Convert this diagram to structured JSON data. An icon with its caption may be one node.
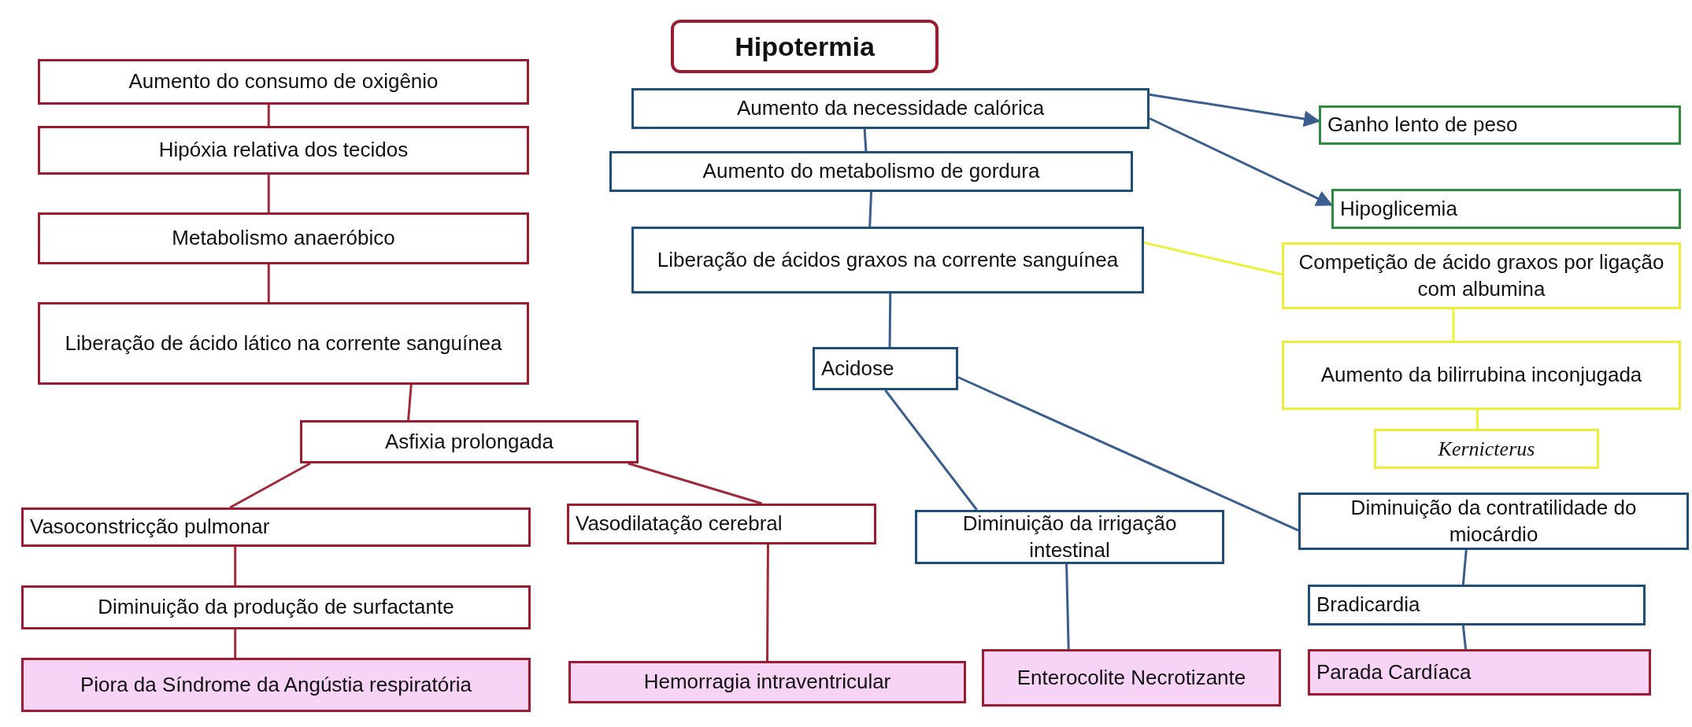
{
  "diagram": {
    "nodes": [
      {
        "text": [
          "Hipotermia"
        ]
      },
      {
        "text": [
          "Aumento do consumo de oxigênio"
        ]
      },
      {
        "text": [
          "Hipóxia relativa dos tecidos"
        ]
      },
      {
        "text": [
          "Metabolismo anaeróbico"
        ]
      },
      {
        "text": [
          "Liberação de ácido lático na corrente sanguínea"
        ]
      },
      {
        "text": [
          "Asfixia prolongada"
        ]
      },
      {
        "text": [
          "Vasoconstricção pulmonar"
        ]
      },
      {
        "text": [
          "Vasodilatação cerebral"
        ]
      },
      {
        "text": [
          "Diminuição da produção de surfactante"
        ]
      },
      {
        "text": [
          "Piora da Síndrome da Angústia respiratória"
        ]
      },
      {
        "text": [
          "Hemorragia intraventricular"
        ]
      },
      {
        "text": [
          "Aumento da necessidade calórica"
        ]
      },
      {
        "text": [
          "Aumento do metabolismo de gordura"
        ]
      },
      {
        "text": [
          "Liberação de ácidos graxos na corrente sanguínea"
        ]
      },
      {
        "text": [
          "Acidose"
        ]
      },
      {
        "text": [
          "Diminuição da irrigação intestinal"
        ]
      },
      {
        "text": [
          "Enterocolite Necrotizante"
        ]
      },
      {
        "text": [
          "Ganho lento de peso"
        ]
      },
      {
        "text": [
          "Hipoglicemia"
        ]
      },
      {
        "text": [
          "Competição de ácido graxos por ligação com albumina"
        ]
      },
      {
        "text": [
          "Aumento da bilirrubina inconjugada"
        ]
      },
      {
        "text": [
          "Kernicterus"
        ]
      },
      {
        "text": [
          "Diminuição da contratilidade do miocárdio"
        ]
      },
      {
        "text": [
          "Bradicardia"
        ]
      },
      {
        "text": [
          "Parada Cardíaca"
        ]
      }
    ],
    "edges": [
      {
        "from": 1,
        "to": 2,
        "arrow": "none",
        "color": "#a02a3a"
      },
      {
        "from": 2,
        "to": 3,
        "arrow": "none",
        "color": "#a02a3a"
      },
      {
        "from": 3,
        "to": 4,
        "arrow": "none",
        "color": "#a02a3a"
      },
      {
        "from": 4,
        "to": 5,
        "arrow": "none",
        "color": "#a02a3a"
      },
      {
        "from": 5,
        "to": 6,
        "arrow": "none",
        "color": "#a02a3a"
      },
      {
        "from": 5,
        "to": 7,
        "arrow": "none",
        "color": "#a02a3a"
      },
      {
        "from": 6,
        "to": 8,
        "arrow": "none",
        "color": "#a02a3a"
      },
      {
        "from": 8,
        "to": 9,
        "arrow": "none",
        "color": "#a02a3a"
      },
      {
        "from": 7,
        "to": 10,
        "arrow": "none",
        "color": "#a02a3a"
      },
      {
        "from": 11,
        "to": 12,
        "arrow": "none"
      },
      {
        "from": 12,
        "to": 13,
        "arrow": "none"
      },
      {
        "from": 13,
        "to": 14,
        "arrow": "none"
      },
      {
        "from": 11,
        "to": 17,
        "arrow": "to"
      },
      {
        "from": 11,
        "to": 18,
        "arrow": "to"
      },
      {
        "from": 13,
        "to": 19,
        "arrow": "none",
        "color": "#eef03a"
      },
      {
        "from": 19,
        "to": 20,
        "arrow": "none",
        "color": "#eef03a"
      },
      {
        "from": 20,
        "to": 21,
        "arrow": "none",
        "color": "#eef03a"
      },
      {
        "from": 14,
        "to": 15,
        "arrow": "none"
      },
      {
        "from": 14,
        "to": 22,
        "arrow": "none"
      },
      {
        "from": 15,
        "to": 16,
        "arrow": "none"
      },
      {
        "from": 22,
        "to": 23,
        "arrow": "none"
      },
      {
        "from": 23,
        "to": 24,
        "arrow": "none"
      }
    ]
  }
}
